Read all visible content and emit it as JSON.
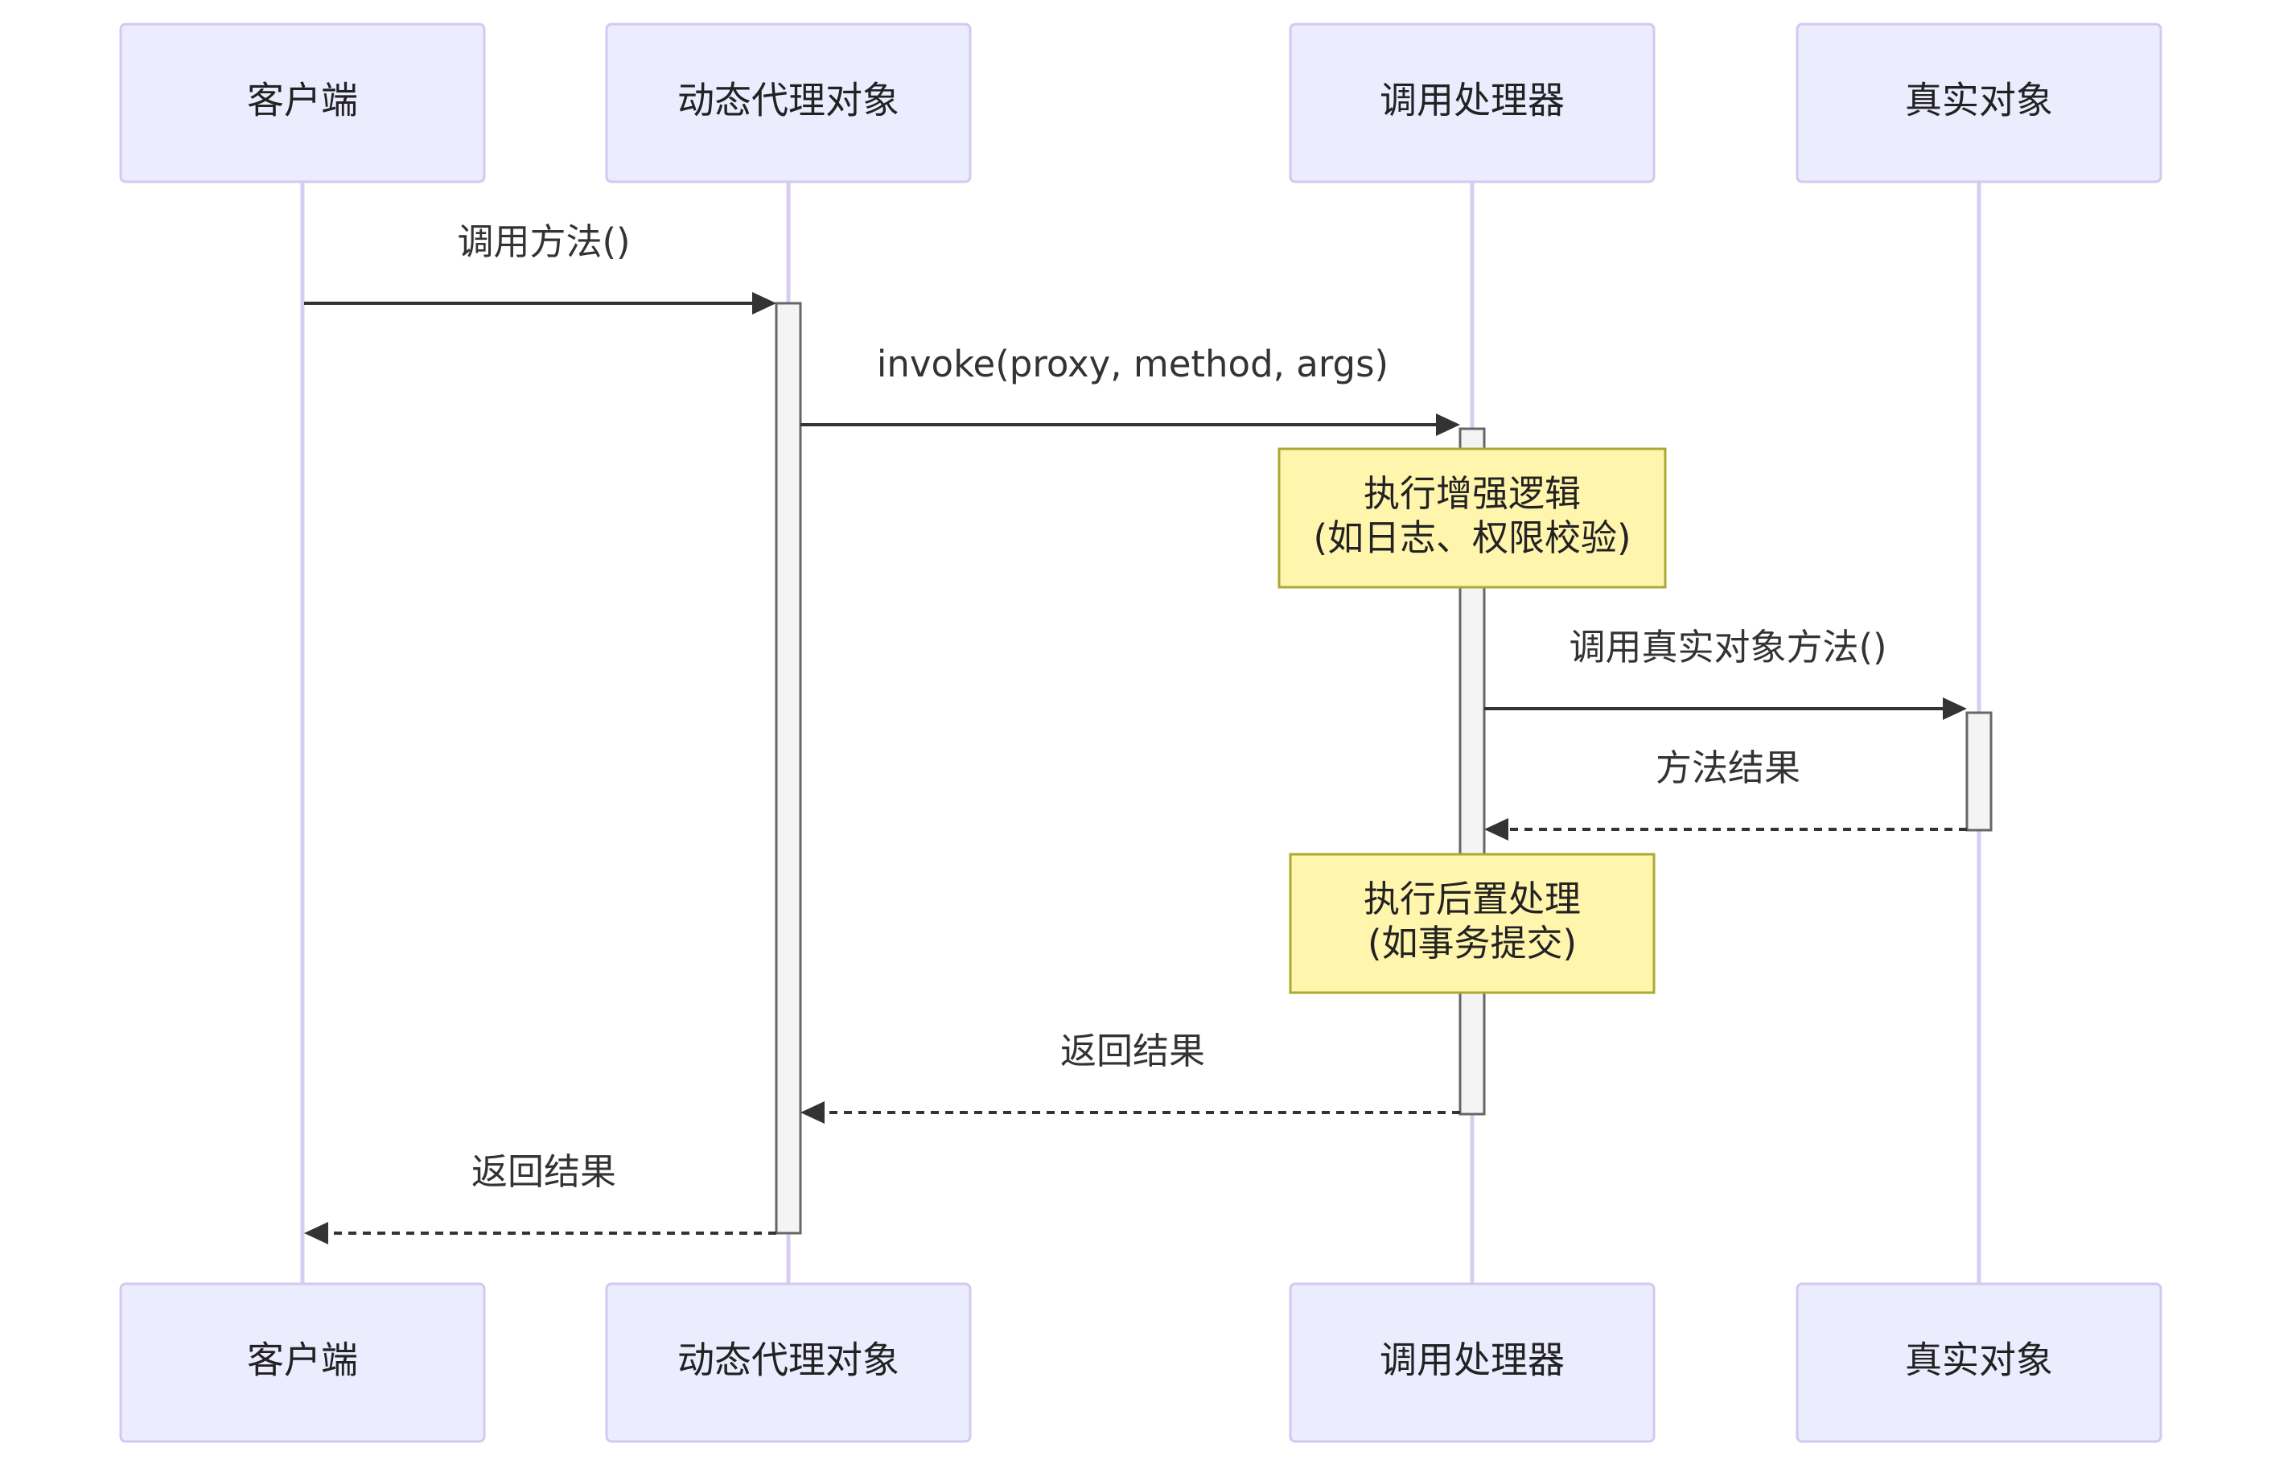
{
  "participants": [
    {
      "id": "client",
      "label": "客户端"
    },
    {
      "id": "proxy",
      "label": "动态代理对象"
    },
    {
      "id": "handler",
      "label": "调用处理器"
    },
    {
      "id": "real",
      "label": "真实对象"
    }
  ],
  "messages": [
    {
      "from": "client",
      "to": "proxy",
      "label": "调用方法()",
      "style": "solid"
    },
    {
      "from": "proxy",
      "to": "handler",
      "label": "invoke(proxy, method, args)",
      "style": "solid"
    },
    {
      "from": "handler",
      "to": "real",
      "label": "调用真实对象方法()",
      "style": "solid"
    },
    {
      "from": "real",
      "to": "handler",
      "label": "方法结果",
      "style": "dashed"
    },
    {
      "from": "handler",
      "to": "proxy",
      "label": "返回结果",
      "style": "dashed"
    },
    {
      "from": "proxy",
      "to": "client",
      "label": "返回结果",
      "style": "dashed"
    }
  ],
  "notes": [
    {
      "over": "handler",
      "lines": [
        "执行增强逻辑",
        "(如日志、权限校验)"
      ]
    },
    {
      "over": "handler",
      "lines": [
        "执行后置处理",
        "(如事务提交)"
      ]
    }
  ],
  "colors": {
    "actor_fill": "#ECECFF",
    "actor_stroke": "#D2C8F0",
    "lifeline": "#D9CCF2",
    "note_fill": "#FFF5AD",
    "note_stroke": "#AAAA33",
    "line": "#333333"
  }
}
